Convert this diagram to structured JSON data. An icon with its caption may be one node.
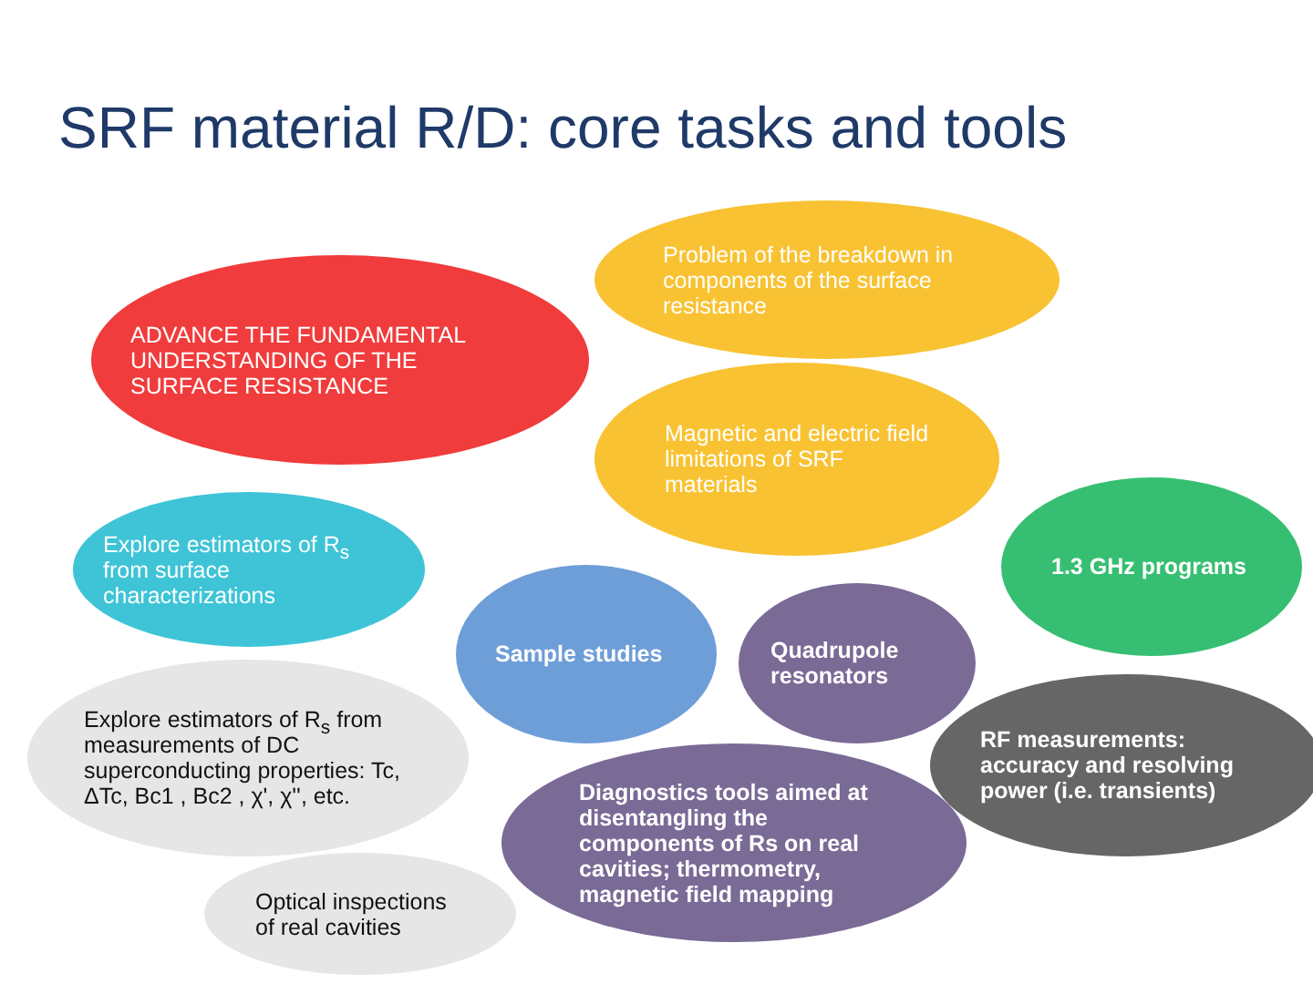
{
  "diagram": {
    "title": "SRF material R/D: core tasks and tools",
    "nodes": [
      {
        "text": [
          "ADVANCE THE FUNDAMENTAL UNDERSTANDING OF THE SURFACE RESISTANCE"
        ]
      },
      {
        "text": [
          "Problem of the breakdown in components of the surface resistance"
        ]
      },
      {
        "text": [
          "Magnetic and electric field limitations of SRF materials"
        ]
      },
      {
        "text": [
          "Explore estimators of R$_{s}$ from surface characterizations"
        ]
      },
      {
        "text": [
          "1.3 GHz programs"
        ]
      },
      {
        "text": [
          "Sample studies"
        ]
      },
      {
        "text": [
          "Quadrupole resonators"
        ]
      },
      {
        "text": [
          "Explore estimators of R$_{s}$ from measurements of DC superconducting properties: Tc, ΔTc, Bc1 , Bc2 , χ', χ'', etc."
        ]
      },
      {
        "text": [
          "RF measurements: accuracy and resolving power (i.e. transients)"
        ]
      },
      {
        "text": [
          "Diagnostics tools aimed at disentangling the components of Rs on real cavities; thermometry, magnetic field mapping"
        ]
      },
      {
        "text": [
          "Optical inspections of real cavities"
        ]
      }
    ],
    "edges": []
  }
}
